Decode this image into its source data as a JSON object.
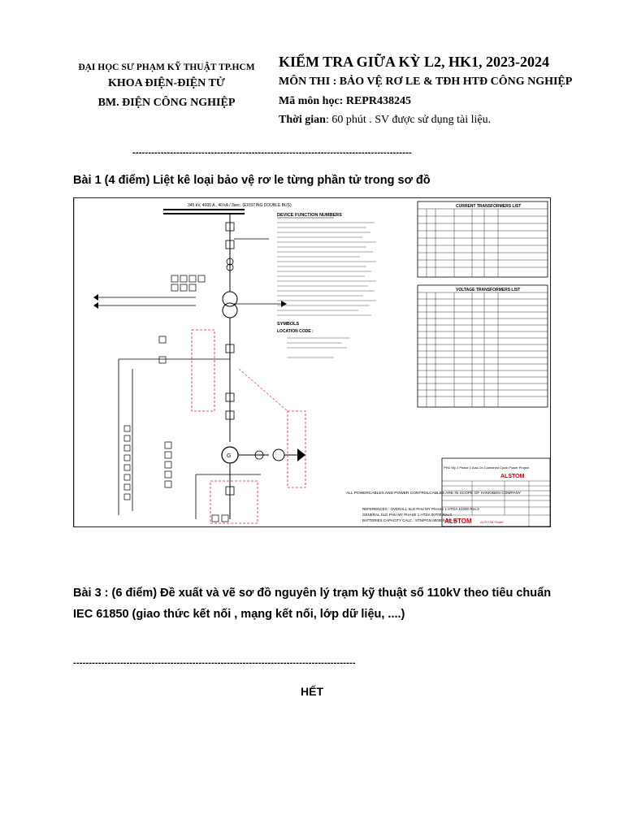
{
  "header": {
    "university": "ĐẠI HỌC SƯ PHẠM KỸ  THUẬT TP.HCM",
    "faculty": "KHOA ĐIỆN-ĐIỆN TỬ",
    "department": "BM. ĐIỆN CÔNG NGHIỆP",
    "exam_title": "KIỂM TRA GIỮA KỲ L2, HK1, 2023-2024",
    "subject": "MÔN THI : BẢO VỆ RƠ LE & TĐH HTĐ CÔNG NGHIỆP",
    "course_code_label": "Mã môn học: ",
    "course_code": "REPR438245",
    "time_label": "Thời gian",
    "time_value": ":  60 phút . SV được sử dụng tài liệu."
  },
  "separator": "-----------------------------------------------------------------------------------------",
  "question1": "Bài 1 (4 điểm) Liệt kê loại bảo vệ rơ le từng phần tử trong sơ đồ",
  "question3_line1": "Bài 3 : (6 điểm)  Đề xuất và vẽ sơ đồ nguyên lý trạm kỹ thuật số 110kV theo tiêu chuẩn",
  "question3_line2": "IEC 61850 (giao thức kết nối , mạng kết nối, lớp dữ liệu, ....)",
  "separator_bottom": "------------------------------------------------------------------------------------------",
  "end_text": "HẾT",
  "diagram": {
    "busbar_label": "345 kV, 4000 A , 40 kA / 3sec. (EXISTING DOUBLE BUS)",
    "device_table_title": "DEVICE FUNCTION NUMBERS",
    "ct_table_title": "CURRENT TRANSFORMERS LIST",
    "vt_table_title": "VOLTAGE TRANSFORMERS LIST",
    "symbols_title": "SYMBOLS",
    "location_title": "LOCATION CODE :",
    "note_text": "ALL POWERCABLES AND POWER CONTROLCABLES ARE IN SCOPE OF HAMOBEN COMPANY",
    "references_line1": "REFERENCES : OVERALL SLD PHU MY PHASE 1  HTDA 10200 Rev.2",
    "references_line2": "GENERAL SLD PHU MY PHASE 1  HTDA 00700 Rev.0",
    "references_line3": "BATTERIES CAPACITY CALC.: STN/PGN 600000-000-15",
    "project_title": "PHU My 2 Phase 1 Add-On Combined Cycle Power Project",
    "brand": "ALSTOM",
    "brand2": "ALSTOM Power"
  }
}
